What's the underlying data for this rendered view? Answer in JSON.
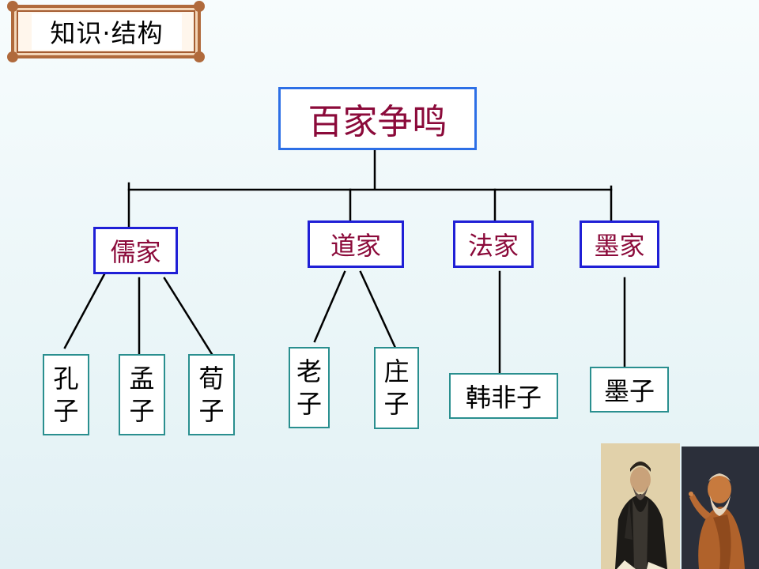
{
  "title": "知识·结构",
  "root": {
    "label": "百家争鸣"
  },
  "schools": [
    {
      "label": "儒家",
      "people": [
        "孔子",
        "孟子",
        "荀子"
      ]
    },
    {
      "label": "道家",
      "people": [
        "老子",
        "庄子"
      ]
    },
    {
      "label": "法家",
      "people": [
        "韩非子"
      ]
    },
    {
      "label": "墨家",
      "people": [
        "墨子"
      ]
    }
  ],
  "colors": {
    "root_border": "#2d6fe6",
    "school_border": "#1f1fd6",
    "person_border": "#2a8f8f",
    "heading_text": "#8b0a3a",
    "line": "#000000"
  },
  "icons": [
    "confucius-portrait-image",
    "laozi-statue-image"
  ]
}
